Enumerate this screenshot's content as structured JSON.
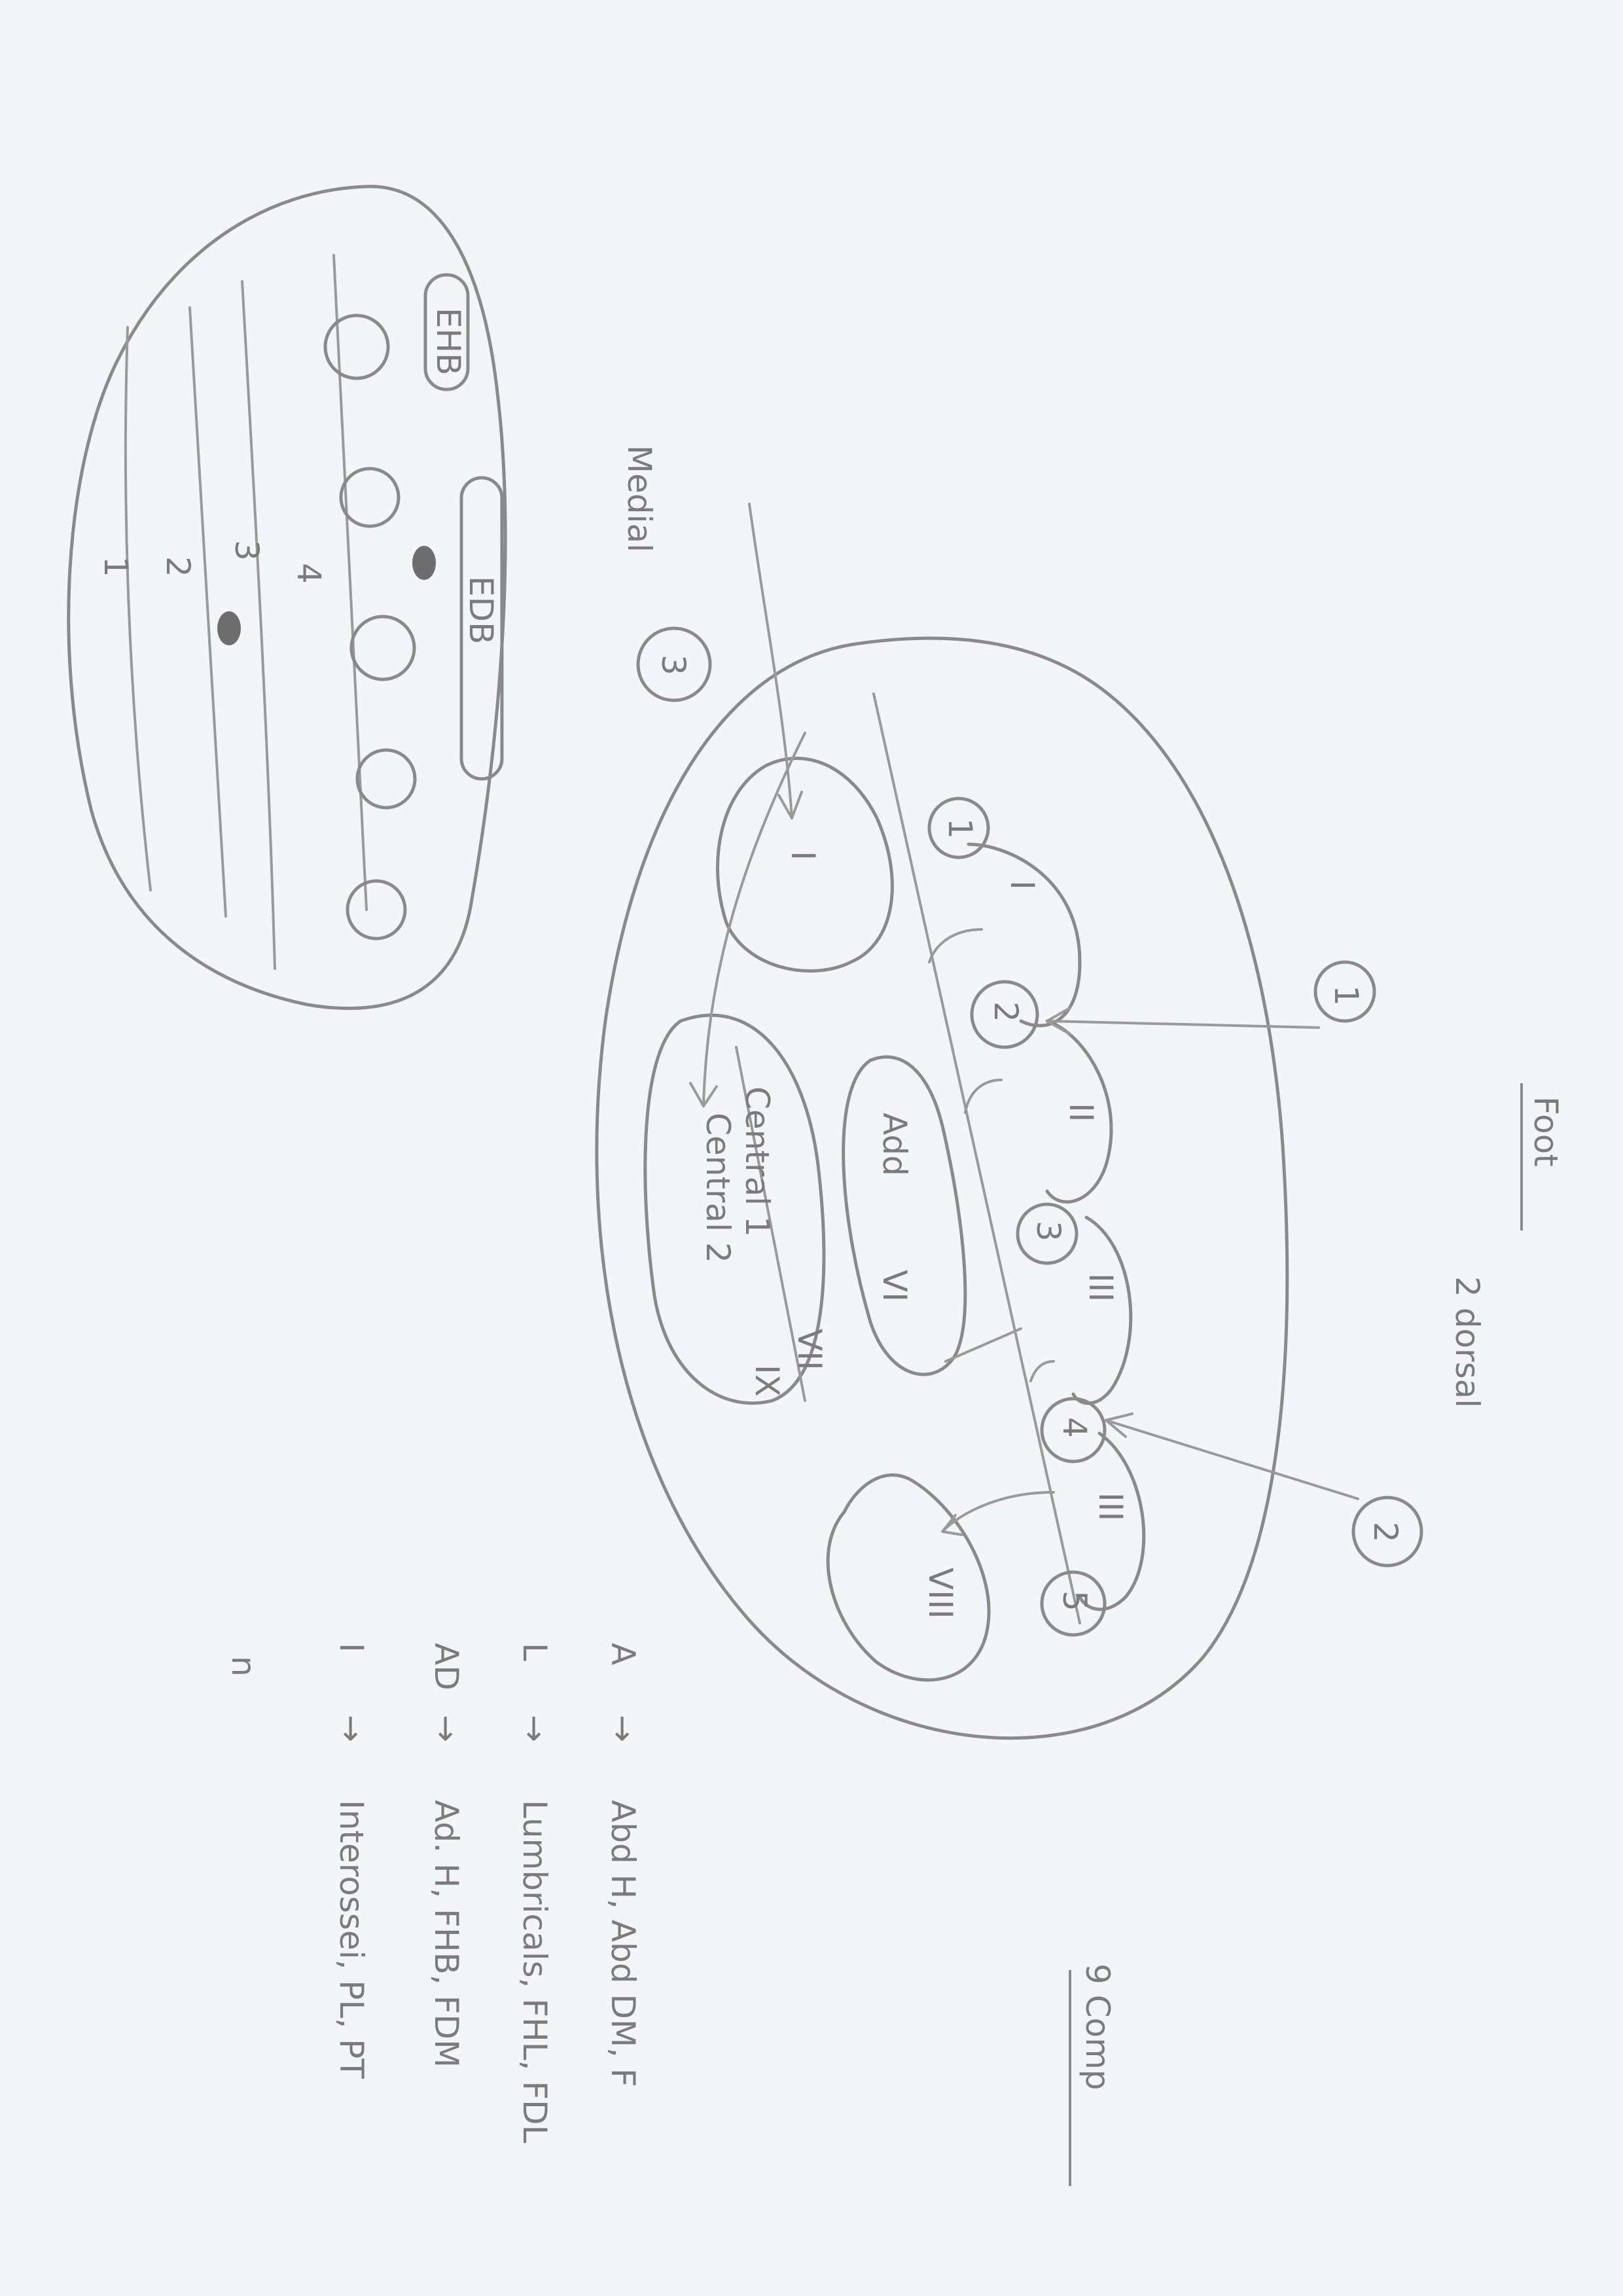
{
  "header": {
    "title": "Foot",
    "subtitle": "2 dorsal",
    "count_label": "9 Comp"
  },
  "dorsal_section": {
    "tendon_labels": [
      "EHB",
      "EDB"
    ],
    "layer_numbers": [
      "1",
      "2",
      "3",
      "4"
    ]
  },
  "plantar_section": {
    "medial_label": "Medial",
    "medial_number": "3",
    "circled_numbers": [
      "1",
      "2"
    ],
    "metatarsal_numbers": [
      "1",
      "2",
      "3",
      "4",
      "5"
    ],
    "compartment_labels": {
      "medial": "I",
      "interosseous_1": "I",
      "interosseous_2": "II",
      "interosseous_3": "III",
      "interosseous_4": "III",
      "lateral": "VIII",
      "adductor": "Add",
      "adductor_roman": "VI",
      "central_1": "Central 1",
      "central_1_roman": "VII",
      "central_2": "Central 2",
      "central_2_roman": "IX"
    }
  },
  "legend": [
    {
      "key": "A",
      "arrow": "→",
      "text": "Abd H, Abd DM, F"
    },
    {
      "key": "L",
      "arrow": "→",
      "text": "Lumbricals, FHL, FDL"
    },
    {
      "key": "AD",
      "arrow": "→",
      "text": "Ad. H, FHB, FDM"
    },
    {
      "key": "I",
      "arrow": "→",
      "text": "Interossei, PL, PT"
    },
    {
      "key": "n",
      "arrow": "",
      "text": ""
    }
  ]
}
